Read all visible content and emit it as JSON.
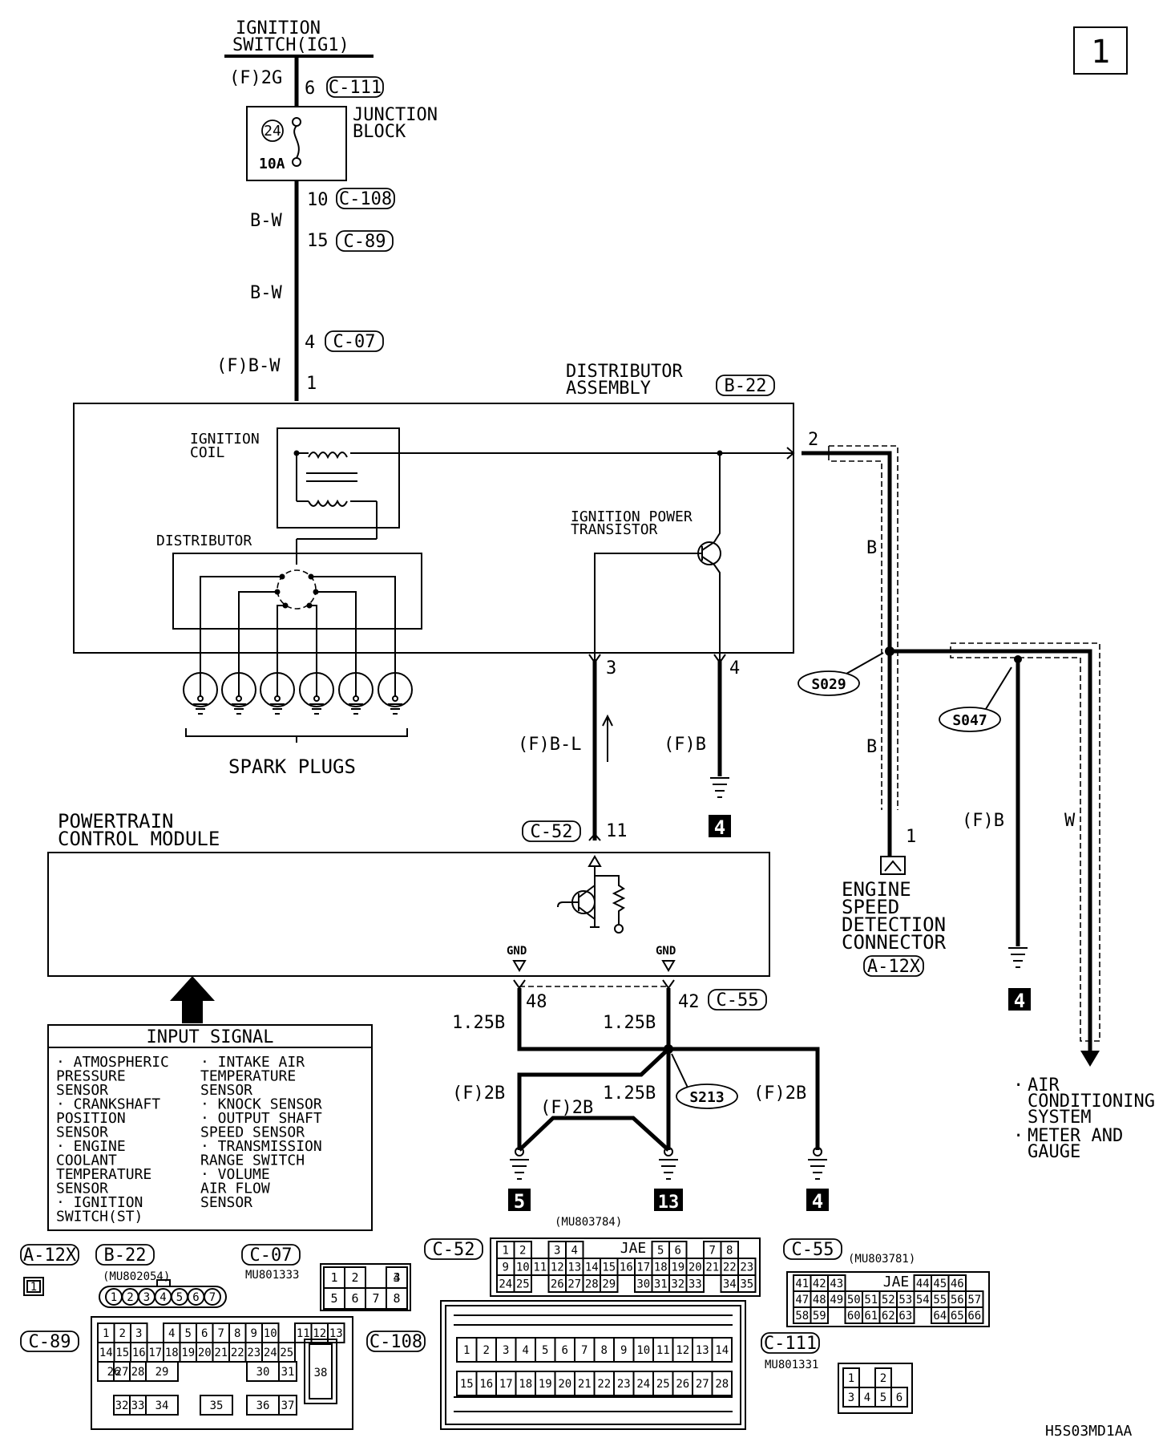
{
  "page_number": "1",
  "drawing_code": "H5S03MD1AA",
  "ignition": {
    "title_1": "IGNITION",
    "title_2": "SWITCH(IG1)",
    "wire": "(F)2G",
    "pin": "6",
    "conn": "C-111"
  },
  "junction": {
    "title_1": "JUNCTION",
    "title_2": "BLOCK",
    "fuse_no": "24",
    "fuse_amp": "10A"
  },
  "wire_run": {
    "pin_a": "10",
    "conn_a": "C-108",
    "color_1": "B-W",
    "pin_b": "15",
    "conn_b": "C-89",
    "color_2": "B-W",
    "pin_c": "4",
    "conn_c": "C-07",
    "color_3": "(F)B-W",
    "pin_d": "1"
  },
  "distributor_assembly": {
    "title_1": "DISTRIBUTOR",
    "title_2": "ASSEMBLY",
    "conn": "B-22",
    "coil_1": "IGNITION",
    "coil_2": "COIL",
    "distributor": "DISTRIBUTOR",
    "transistor_1": "IGNITION POWER",
    "transistor_2": "TRANSISTOR",
    "pin_2": "2",
    "pin_3": "3",
    "pin_4": "4"
  },
  "spark_plugs": "SPARK PLUGS",
  "right_branch": {
    "color_b1": "B",
    "color_b2": "B",
    "splice_1": "S029",
    "splice_2": "S047",
    "pin_1": "1",
    "conn_1": "ENGINE",
    "conn_2": "SPEED",
    "conn_3": "DETECTION",
    "conn_4": "CONNECTOR",
    "conn_id": "A-12X",
    "fb": "(F)B",
    "w": "W",
    "dest_1a": "AIR",
    "dest_1b": "CONDITIONING",
    "dest_1c": "SYSTEM",
    "dest_2a": "METER AND",
    "dest_2b": "GAUGE"
  },
  "mid_wires": {
    "pin3_color": "(F)B-L",
    "pin4_color": "(F)B",
    "pin_11": "11",
    "conn_c52": "C-52"
  },
  "pcm": {
    "title_1": "POWERTRAIN",
    "title_2": "CONTROL MODULE",
    "gnd_1": "GND",
    "gnd_2": "GND"
  },
  "grounds": {
    "pin_48": "48",
    "pin_42": "42",
    "conn_c55": "C-55",
    "w1": "1.25B",
    "w2": "1.25B",
    "w3": "1.25B",
    "f2b_1": "(F)2B",
    "f2b_2": "(F)2B",
    "f2b_3": "(F)2B",
    "splice": "S213",
    "g4a": "4",
    "g4b": "4",
    "g4c": "4",
    "g5": "5",
    "g13": "13"
  },
  "input_signal": {
    "title": "INPUT SIGNAL",
    "left": [
      "· ATMOSPHERIC",
      "  PRESSURE",
      "  SENSOR",
      "· CRANKSHAFT",
      "  POSITION",
      "  SENSOR",
      "· ENGINE",
      "  COOLANT",
      "  TEMPERATURE",
      "  SENSOR",
      "· IGNITION",
      "  SWITCH(ST)"
    ],
    "right": [
      "· INTAKE AIR",
      "  TEMPERATURE",
      "  SENSOR",
      "· KNOCK SENSOR",
      "· OUTPUT SHAFT",
      "  SPEED SENSOR",
      "· TRANSMISSION",
      "  RANGE SWITCH",
      "· VOLUME",
      "  AIR FLOW",
      "  SENSOR"
    ]
  },
  "connectors": {
    "a12x": "A-12X",
    "a12x_pin": "1",
    "b22": "B-22",
    "b22_part": "(MU802054)",
    "b22_pins": [
      "1",
      "2",
      "3",
      "4",
      "5",
      "6",
      "7"
    ],
    "c07": "C-07",
    "c07_part": "MU801333",
    "c07_pins": [
      "1",
      "2",
      "",
      "3",
      "4",
      "5",
      "6",
      "7",
      "8"
    ],
    "c52": "C-52",
    "c52_part": "(MU803784)",
    "c52_jae": "JAE",
    "c52_row1": [
      "1",
      "2",
      "",
      "3",
      "4",
      "",
      "",
      "",
      "",
      "5",
      "6",
      "",
      "7",
      "8"
    ],
    "c52_row2": [
      "9",
      "10",
      "11",
      "12",
      "13",
      "14",
      "15",
      "16",
      "17",
      "18",
      "19",
      "20",
      "21",
      "22",
      "23"
    ],
    "c52_row3": [
      "24",
      "25",
      "",
      "26",
      "27",
      "28",
      "29",
      "",
      "30",
      "31",
      "32",
      "33",
      "",
      "34",
      "35"
    ],
    "c55": "C-55",
    "c55_part": "(MU803781)",
    "c55_jae": "JAE",
    "c55_row1": [
      "41",
      "42",
      "43",
      "",
      "",
      "",
      "",
      "44",
      "45",
      "46"
    ],
    "c55_row2": [
      "47",
      "48",
      "49",
      "50",
      "51",
      "52",
      "53",
      "54",
      "55",
      "56",
      "57"
    ],
    "c55_row3": [
      "58",
      "59",
      "",
      "60",
      "61",
      "62",
      "63",
      "",
      "64",
      "65",
      "66"
    ],
    "c89": "C-89",
    "c89_row1": [
      "1",
      "2",
      "3",
      "",
      "4",
      "5",
      "6",
      "7",
      "8",
      "9",
      "10",
      "",
      "11",
      "12",
      "13"
    ],
    "c89_row2": [
      "14",
      "15",
      "16",
      "17",
      "18",
      "19",
      "20",
      "21",
      "22",
      "23",
      "24",
      "25"
    ],
    "c89_row3": [
      "26",
      "27",
      "28",
      "29",
      "30",
      "31"
    ],
    "c89_row4": [
      "32",
      "33",
      "34",
      "35",
      "36",
      "37"
    ],
    "c89_38": "38",
    "c108": "C-108",
    "c108_row1": [
      "1",
      "2",
      "3",
      "4",
      "5",
      "6",
      "7",
      "8",
      "9",
      "10",
      "11",
      "12",
      "13",
      "14"
    ],
    "c108_row2": [
      "15",
      "16",
      "17",
      "18",
      "19",
      "20",
      "21",
      "22",
      "23",
      "24",
      "25",
      "26",
      "27",
      "28"
    ],
    "c111": "C-111",
    "c111_part": "MU801331",
    "c111_pins": [
      "1",
      "",
      "2",
      "3",
      "4",
      "5",
      "6"
    ]
  }
}
